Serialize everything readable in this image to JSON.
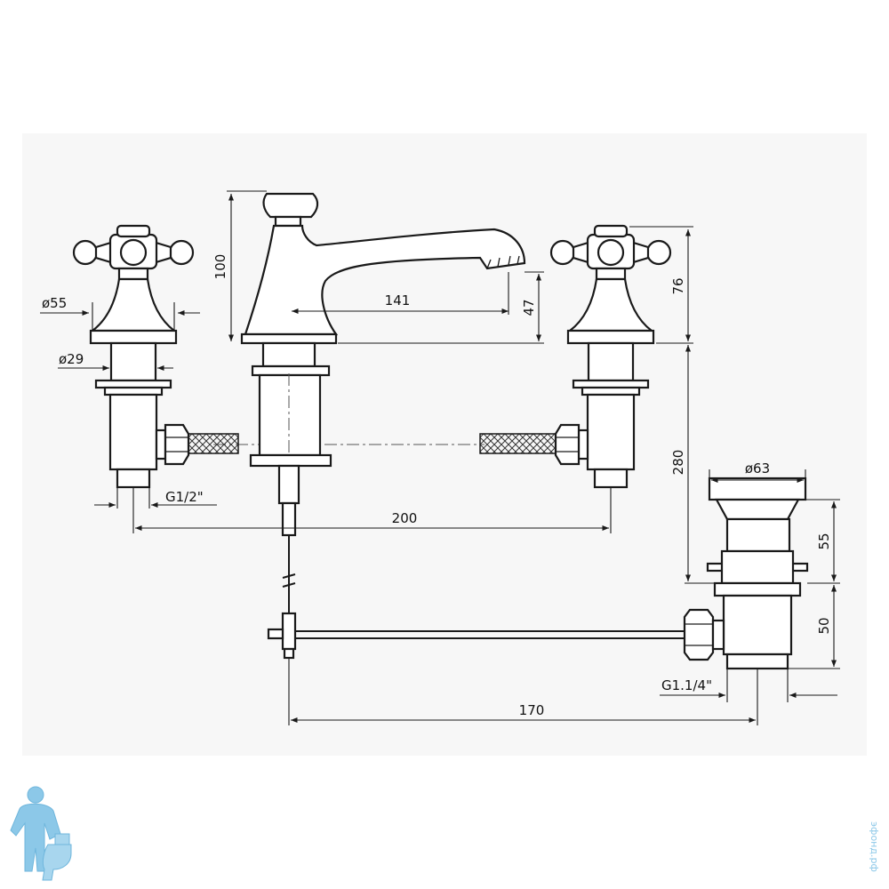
{
  "diagram": {
    "dimensions": {
      "d55": "ø55",
      "d29": "ø29",
      "h100": "100",
      "l141": "141",
      "h47": "47",
      "h76": "76",
      "h280": "280",
      "d63": "ø63",
      "h55": "55",
      "h50": "50",
      "g12": "G1/2\"",
      "w200": "200",
      "g114": "G1.1/4\"",
      "l170": "170"
    }
  },
  "branding": {
    "watermark_text": "эфонд.рф",
    "logo_icon": "plumber-with-toilet-logo"
  },
  "colors": {
    "line": "#1a1a1a",
    "panel": "#f7f7f7",
    "logo": "#8cc8e8"
  }
}
